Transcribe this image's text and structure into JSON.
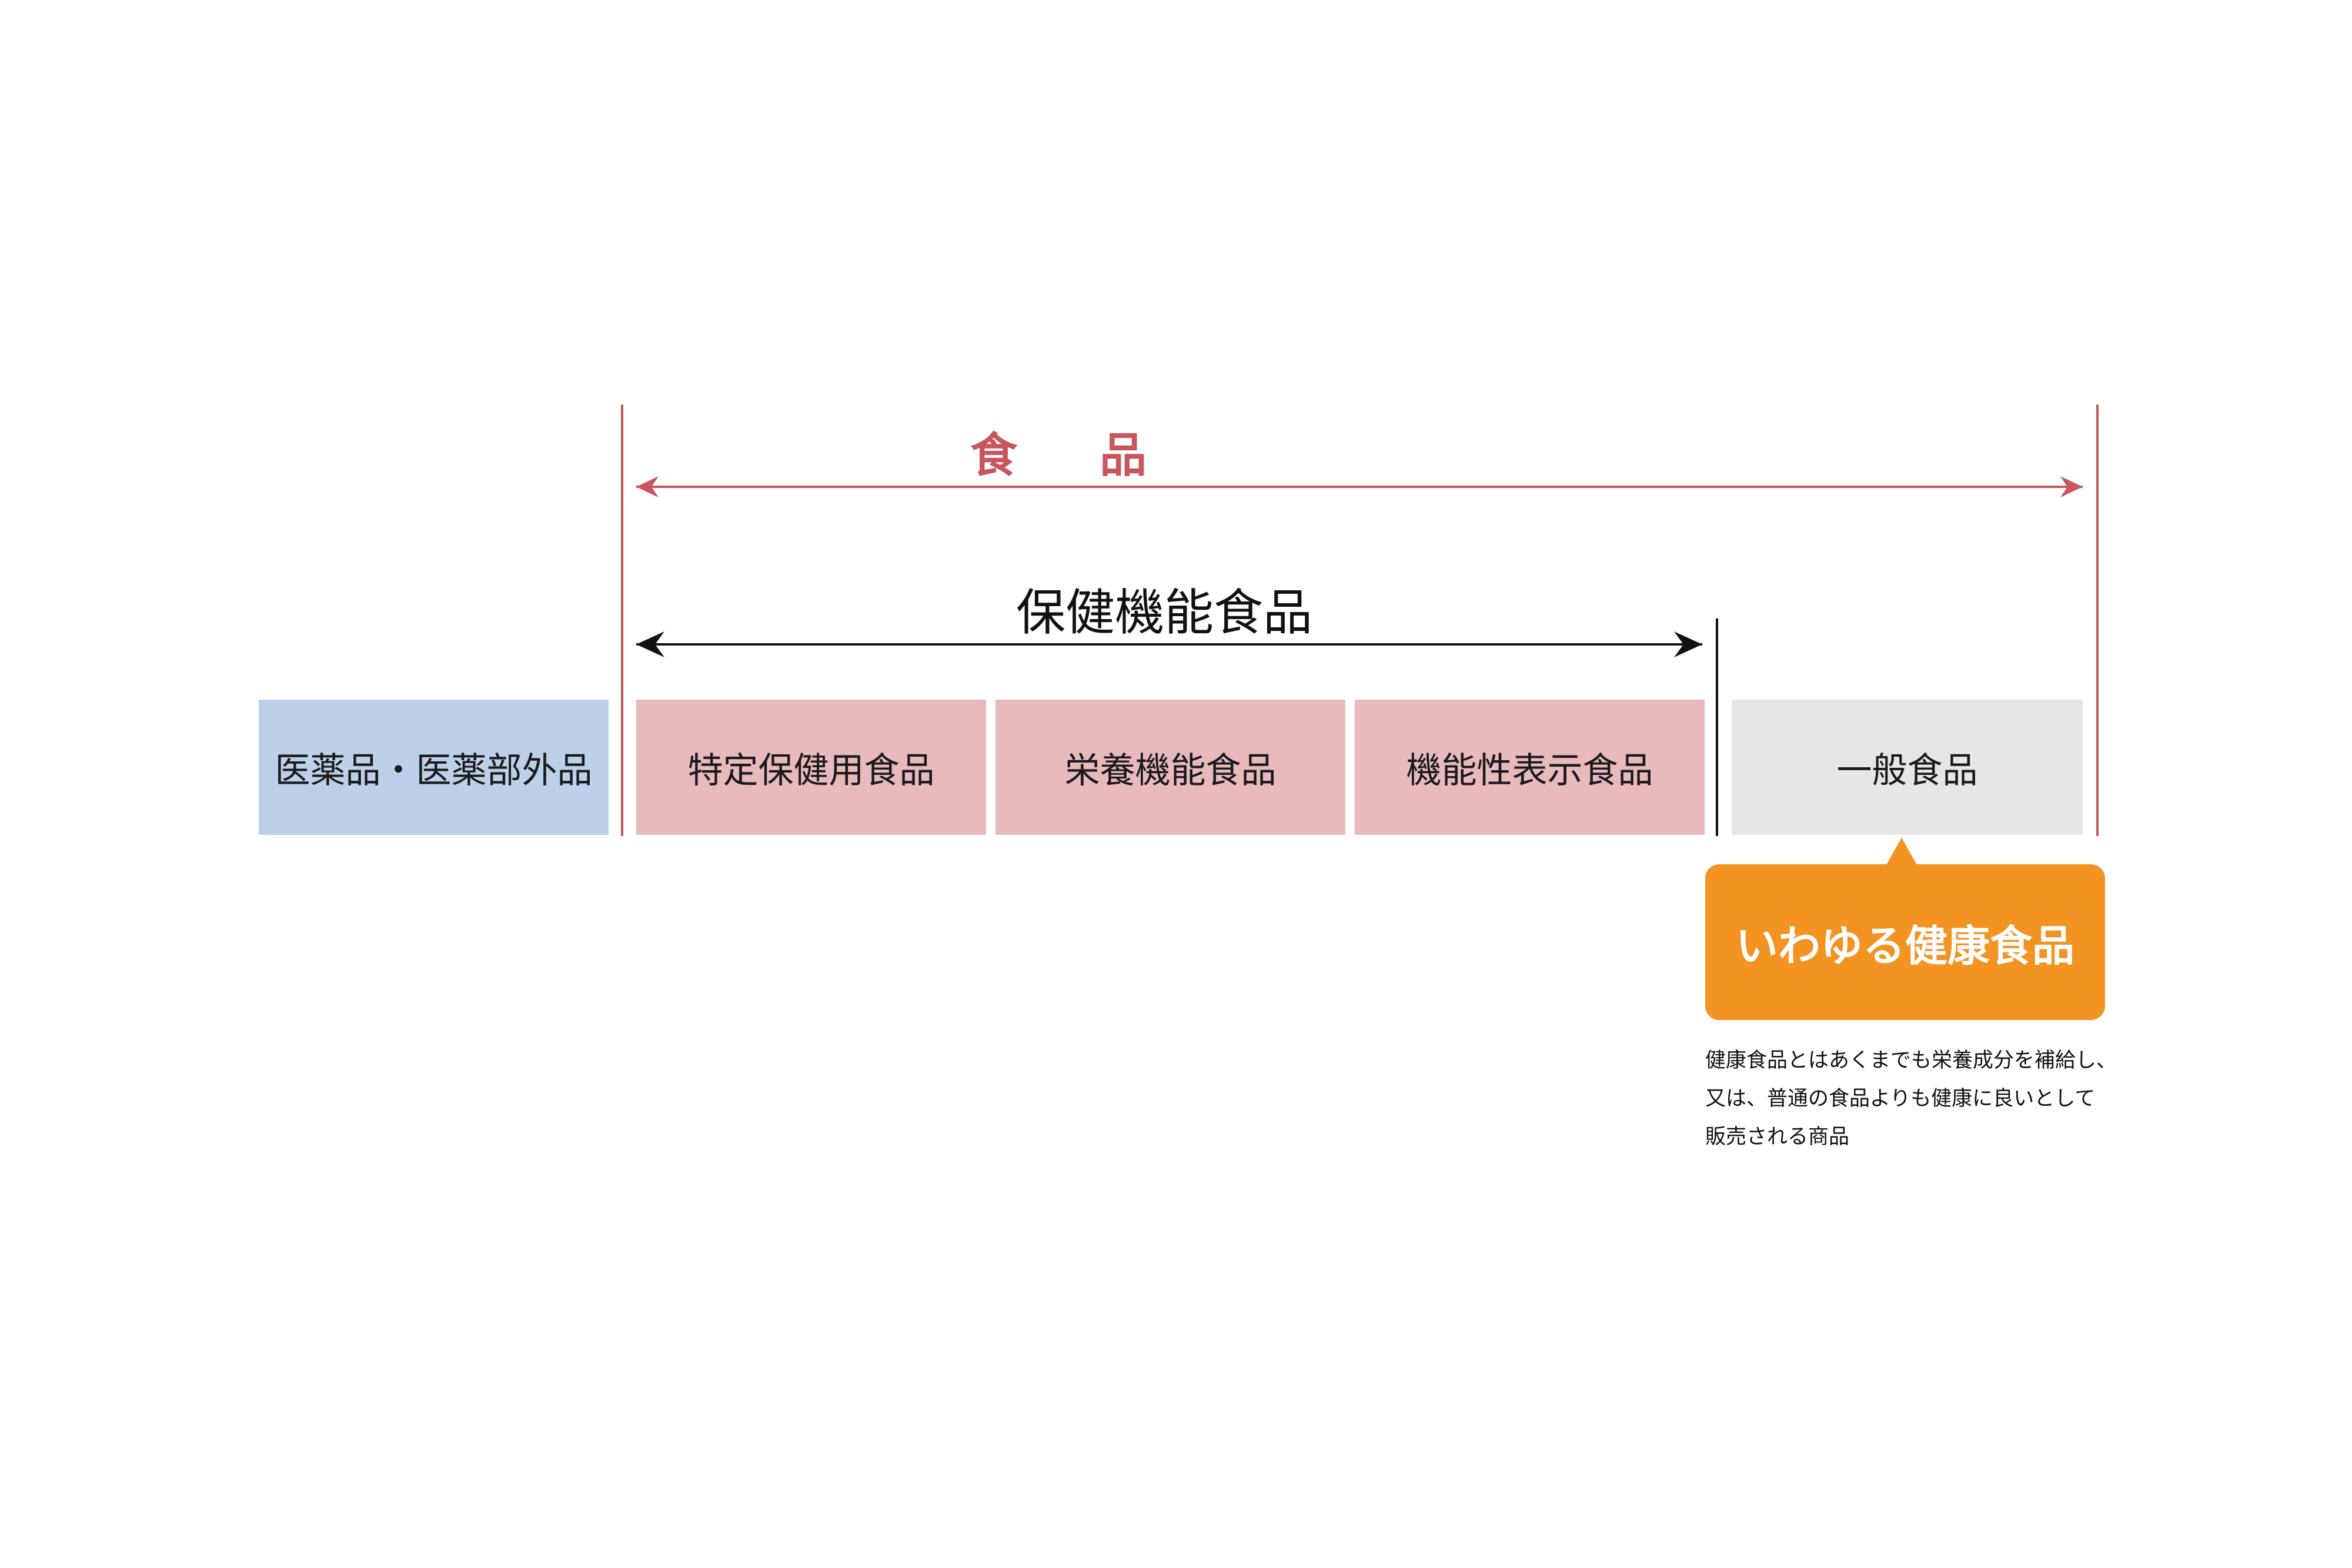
{
  "food_label": "食品",
  "health_function_label": "保健機能食品",
  "boxes": {
    "pharma": "医薬品・医薬部外品",
    "tokuho": "特定保健用食品",
    "nutrition": "栄養機能食品",
    "function_claim": "機能性表示食品",
    "general": "一般食品"
  },
  "callout": {
    "label": "いわゆる健康食品"
  },
  "description": {
    "lines": [
      "健康食品とはあくまでも栄養成分を補給し、",
      "又は、普通の食品よりも健康に良いとして",
      "販売される商品"
    ]
  },
  "colors": {
    "food_accent": "#c9555d",
    "pharma_box": "#bcd1e9",
    "health_box": "#e8b9bd",
    "general_box": "#e6e6e6",
    "callout": "#f29322"
  }
}
